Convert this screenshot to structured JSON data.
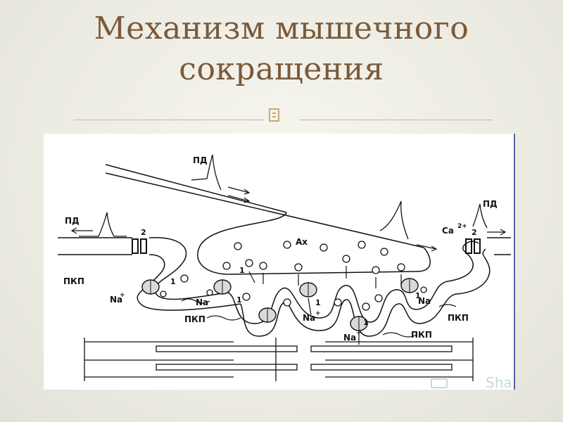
{
  "slide": {
    "title_line1": "Механизм мышечного",
    "title_line2": "сокращения"
  },
  "diagram": {
    "labels": {
      "pd_top": "ПД",
      "pd_left": "ПД",
      "pd_right": "ПД",
      "ax": "Ax",
      "ca": "Ca",
      "ca_charge": "2+",
      "num_2_left": "2",
      "num_2_right": "2",
      "num_1_a": "1",
      "num_1_b": "1",
      "num_1_c": "1",
      "num_1_d": "1",
      "num_1_e": "1",
      "num_1_f": "1",
      "pkp_left": "ПКП",
      "pkp_mid": "ПКП",
      "pkp_right": "ПКП",
      "pkp_bottom": "ПКП",
      "na": "Na",
      "na_charge": "+"
    }
  },
  "watermark": {
    "text": "Sha"
  },
  "colors": {
    "title": "#7a5a3a",
    "rule": "#c9b896",
    "panel_border": "#5862a8",
    "ink": "#111111"
  }
}
